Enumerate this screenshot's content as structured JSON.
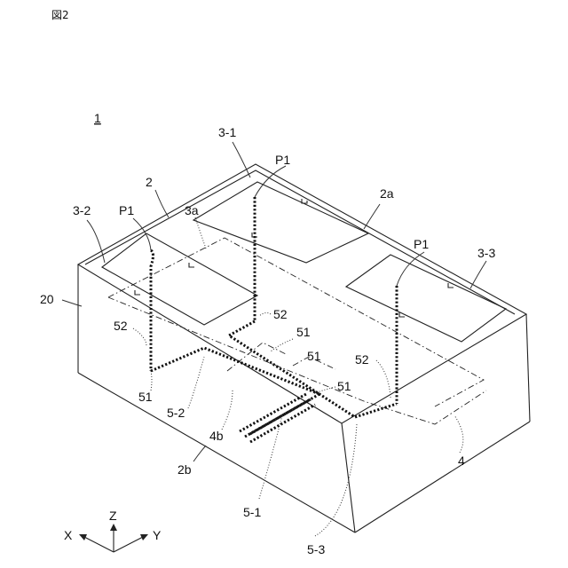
{
  "figure": {
    "title": "図2",
    "labels": {
      "device": "1",
      "substrate": "2",
      "top_surface": "2a",
      "bottom_surface": "2b",
      "side_surface": "20",
      "antenna_1": "3-1",
      "antenna_2": "3-2",
      "antenna_3": "3-3",
      "antenna_ref": "3a",
      "feed_point_1": "P1",
      "feed_point_2": "P1",
      "feed_point_3": "P1",
      "ground_layer": "4",
      "terminal": "4b",
      "feed_line_1": "5-1",
      "feed_line_2": "5-2",
      "feed_line_3": "5-3",
      "via_51_a": "51",
      "via_51_b": "51",
      "via_51_c": "51",
      "via_52_a": "52",
      "via_52_b": "52",
      "via_52_c": "52"
    },
    "axes": {
      "x": "X",
      "y": "Y",
      "z": "Z"
    }
  }
}
